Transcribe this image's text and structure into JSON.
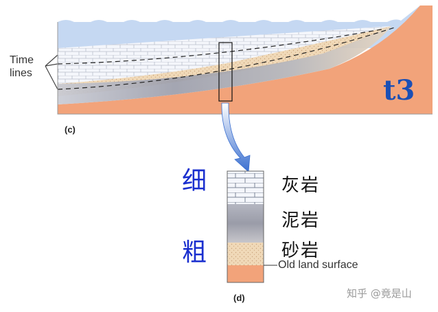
{
  "labels": {
    "time_lines": "Time\nlines",
    "panel_c": "(c)",
    "panel_d": "(d)",
    "t3": "t3",
    "fine": "细",
    "coarse": "粗",
    "limestone": "灰岩",
    "mudstone": "泥岩",
    "sandstone": "砂岩",
    "old_land_surface": "Old land surface",
    "watermark": "知乎 @竟是山"
  },
  "colors": {
    "sea": "#c5d8f2",
    "land": "#f2a37a",
    "limestone": "#f4f6fb",
    "mud": "#a9aab6",
    "sand": "#f0d9b8",
    "arrow": "#3a6fd0",
    "accent_blue": "#1a2fcf"
  }
}
